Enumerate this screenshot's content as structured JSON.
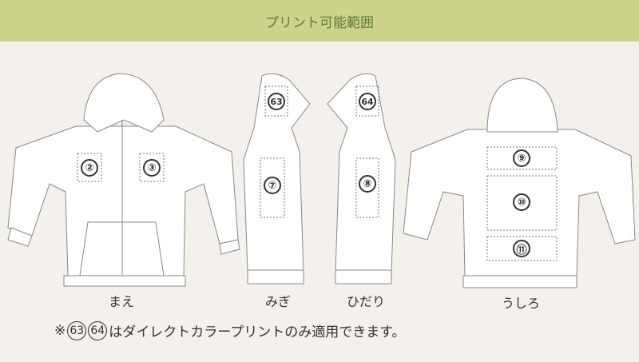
{
  "header": {
    "title": "プリント可能範囲"
  },
  "views": [
    {
      "label": "まえ",
      "areas": [
        "②",
        "③"
      ]
    },
    {
      "label": "みぎ",
      "areas": [
        "63",
        "⑦"
      ]
    },
    {
      "label": "ひだり",
      "areas": [
        "64",
        "⑧"
      ]
    },
    {
      "label": "うしろ",
      "areas": [
        "⑨",
        "⑩",
        "⑪"
      ]
    }
  ],
  "note": {
    "prefix": "※",
    "n1": "63",
    "n2": "64",
    "text": "はダイレクトカラープリントのみ適用できます。"
  },
  "colors": {
    "header_bg": "#cdd38b",
    "header_text": "#5f7a3c",
    "page_bg": "#f4f1ec",
    "outline": "#888888"
  }
}
